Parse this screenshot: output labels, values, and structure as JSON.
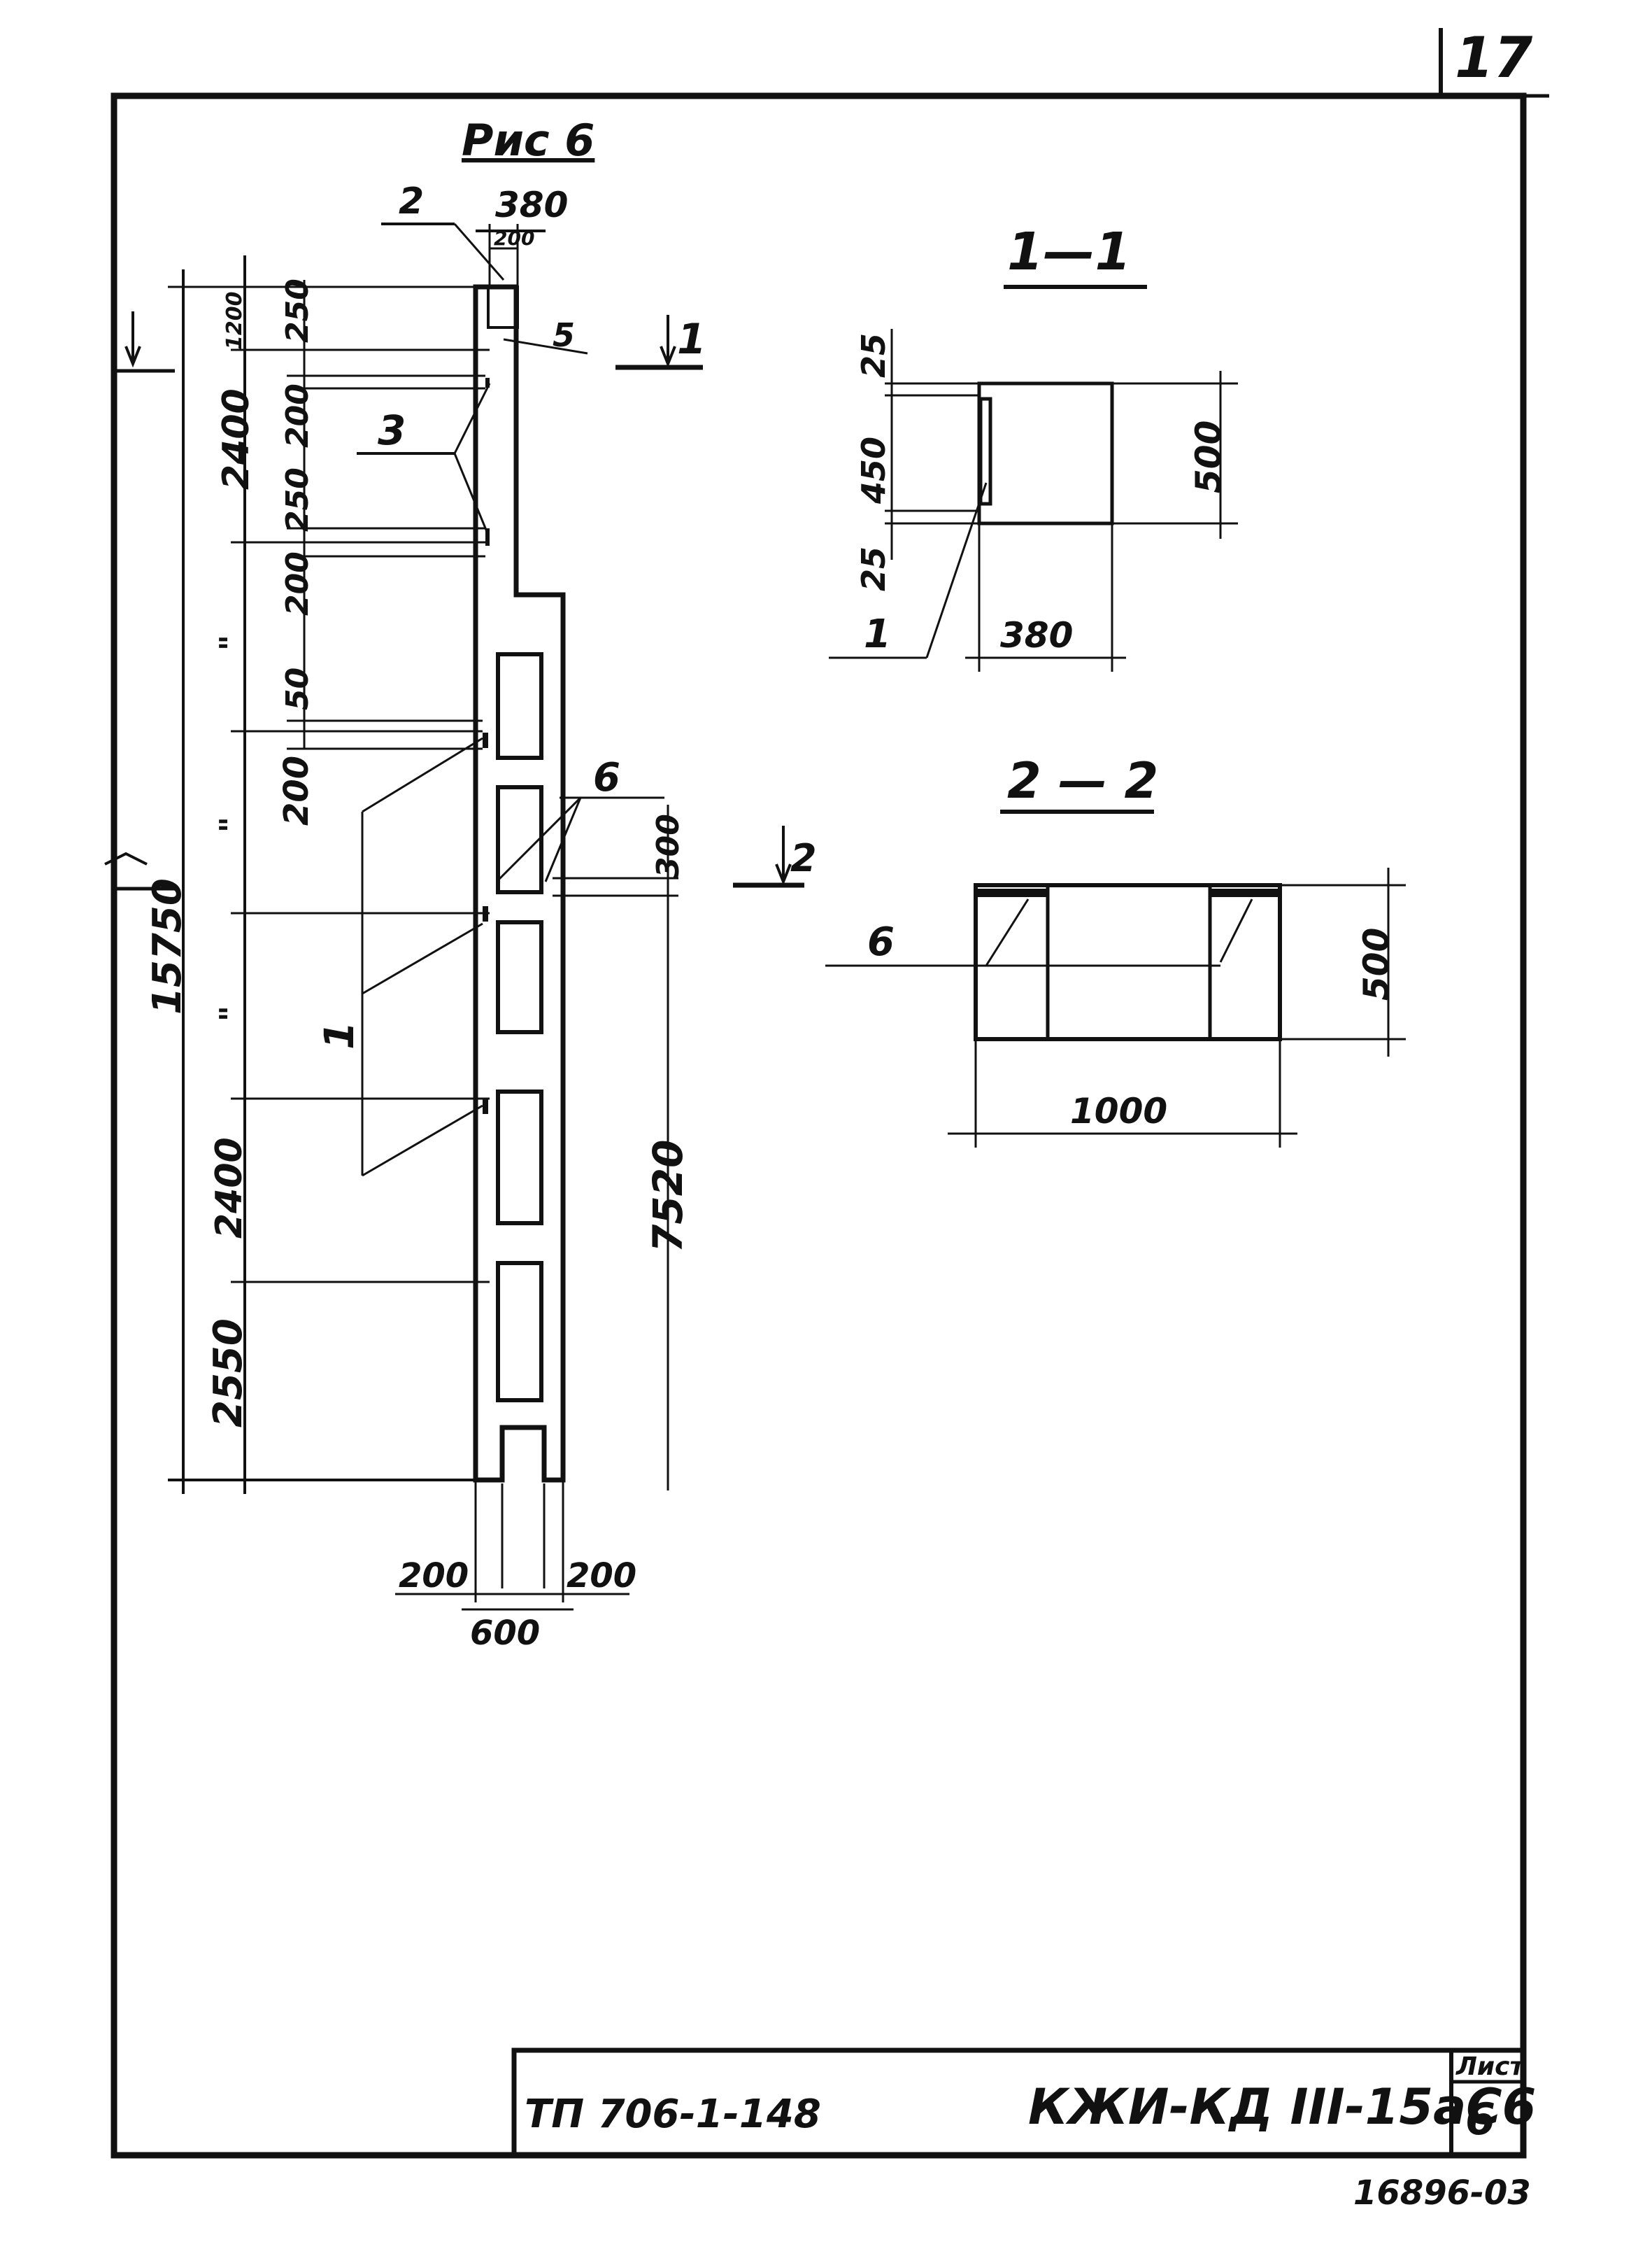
{
  "sheet_number_top": "17",
  "figure_title": "Рис 6",
  "elevation": {
    "top_width": "380",
    "top_inner": "200",
    "leaders": {
      "two": "2",
      "five": "5",
      "three": "3",
      "one": "1",
      "six": "6"
    },
    "left_dims": [
      "250",
      "200",
      "250",
      "200",
      "\"",
      "50",
      "200",
      "\"",
      "\"",
      "2400",
      "2550"
    ],
    "left_dims_top": "1200",
    "outer_dim_2400": "2400",
    "overall_height": "15750",
    "right_dims": {
      "upper": "300",
      "lower": "7520"
    },
    "bottom_dims": {
      "left": "200",
      "right": "200",
      "total": "600"
    },
    "section_marks": {
      "one": "1",
      "two": "2"
    }
  },
  "section_1_1": {
    "title": "1—1",
    "left_dims": [
      "25",
      "450",
      "25"
    ],
    "right_dim": "500",
    "bottom_dim": "380",
    "callout": "1"
  },
  "section_2_2": {
    "title": "2 — 2",
    "right_dim": "500",
    "bottom_dim": "1000",
    "callout": "6"
  },
  "title_block": {
    "project_code": "ТП 706-1-148",
    "drawing_code": "КЖИ-КД III-15аС6",
    "sheet_label": "Лист",
    "sheet_number": "6"
  },
  "archive_number": "16896-03"
}
